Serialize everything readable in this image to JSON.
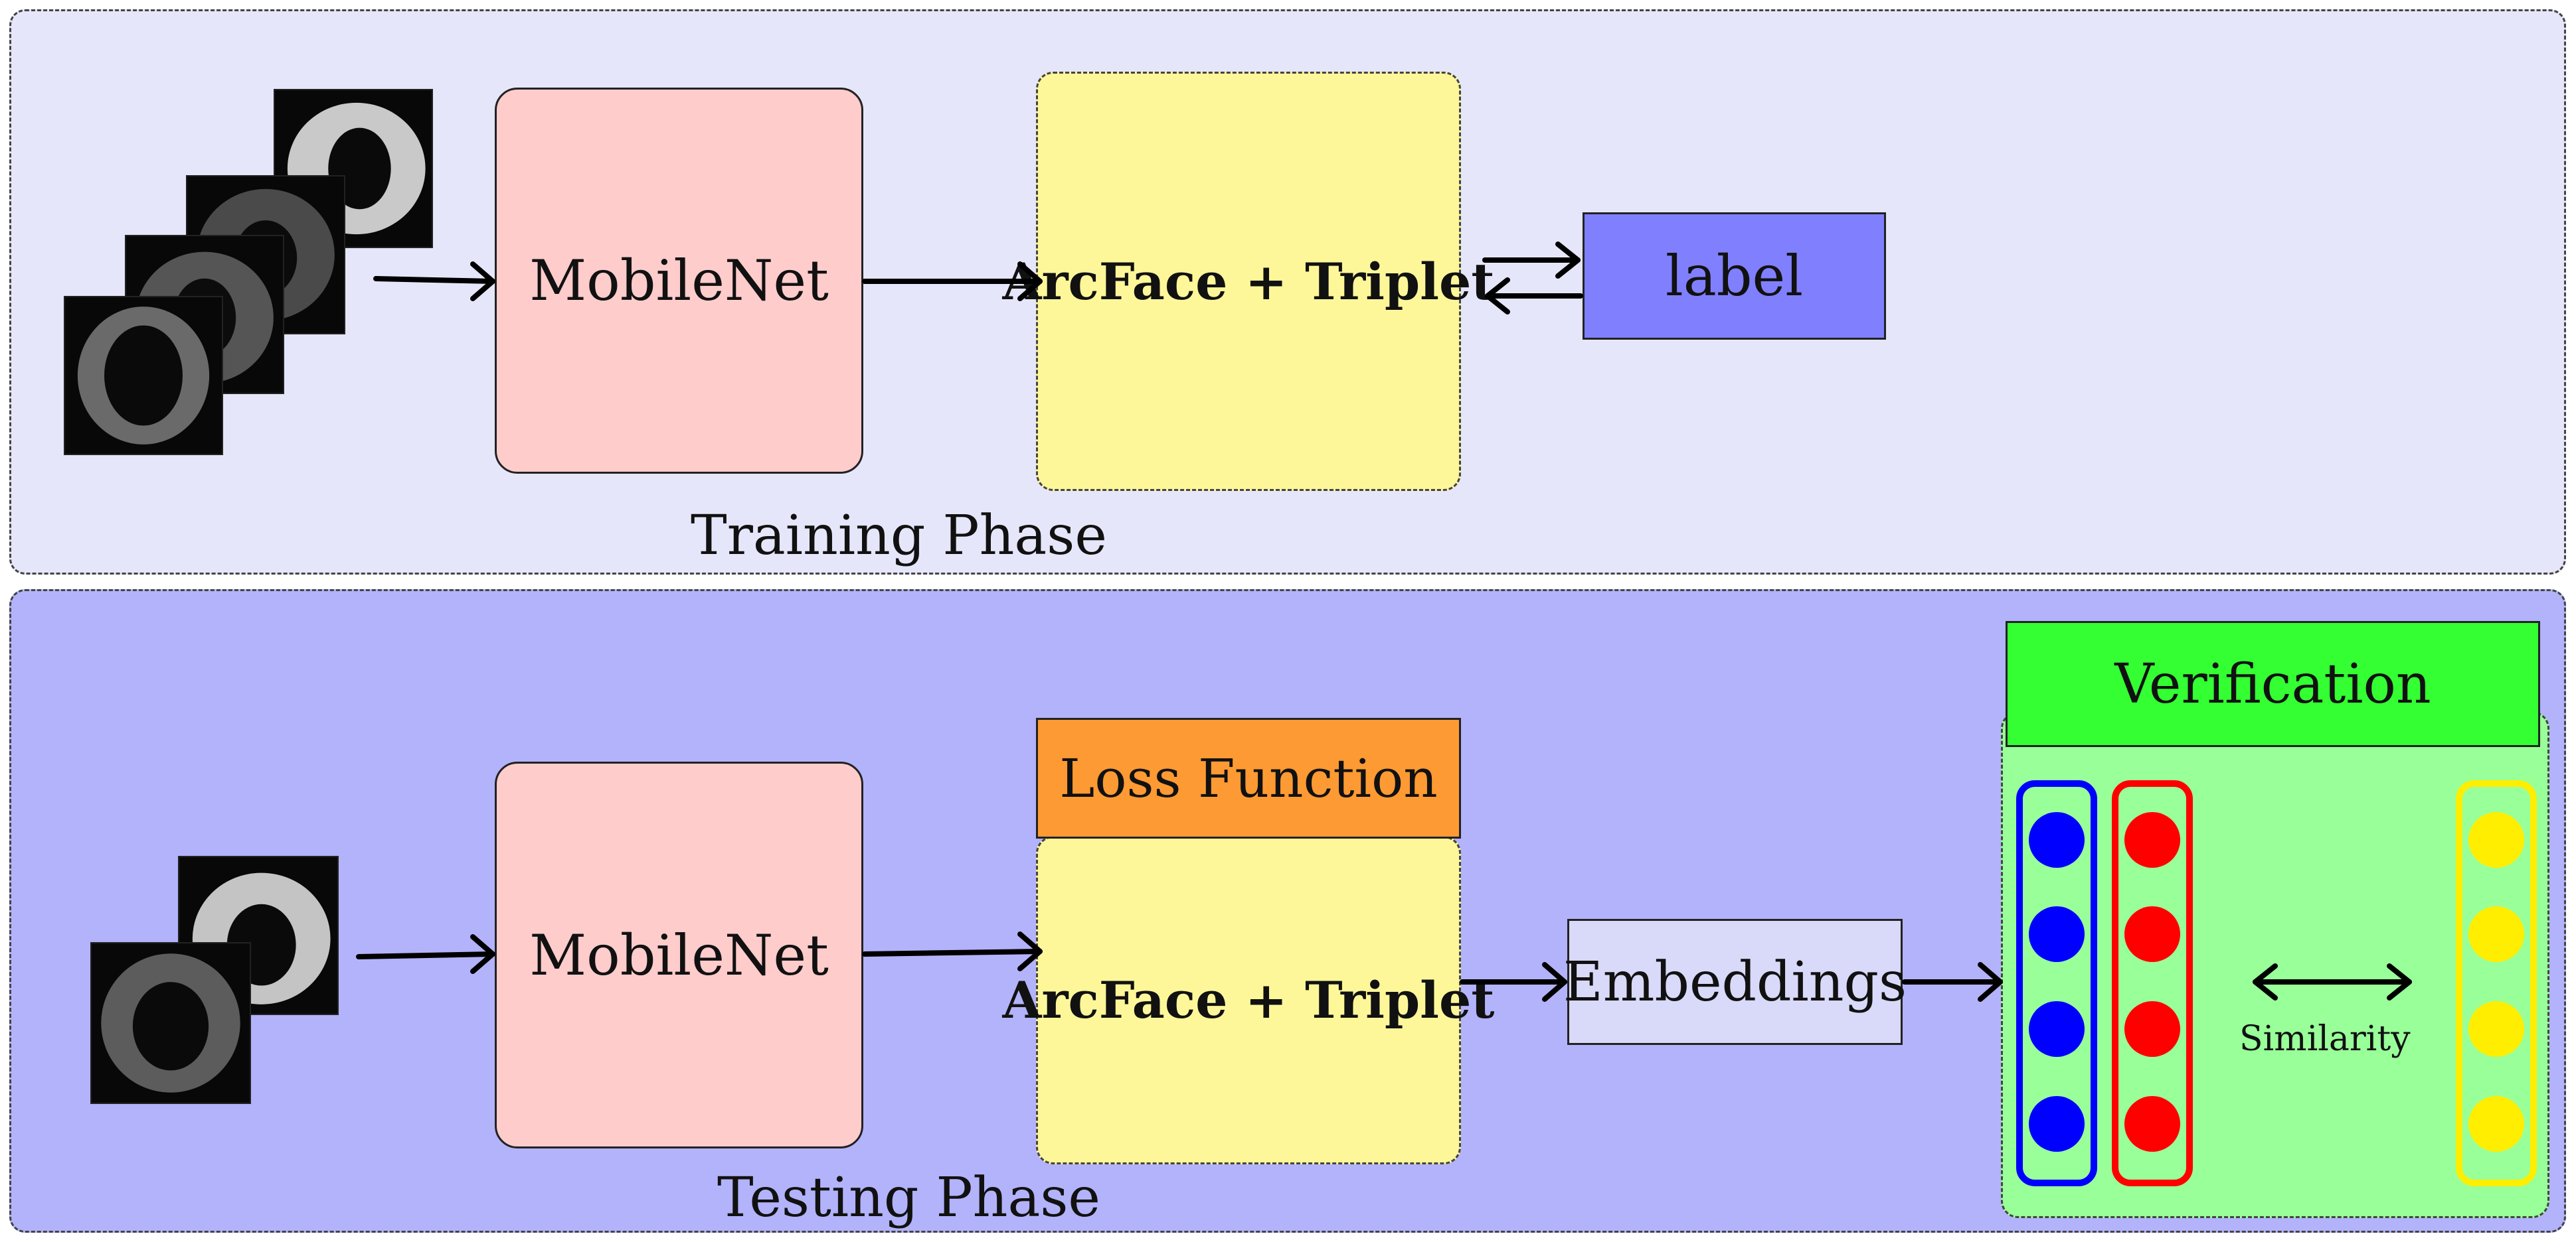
{
  "training": {
    "phase_label": "Training Phase",
    "mobilenet_label": "MobileNet",
    "loss_label": "ArcFace + Triplet",
    "label_box": "label"
  },
  "testing": {
    "phase_label": "Testing Phase",
    "mobilenet_label": "MobileNet",
    "loss_header": "Loss Function",
    "loss_label": "ArcFace + Triplet",
    "embeddings_label": "Embeddings",
    "verification_title": "Verification",
    "similarity_label": "Similarity"
  },
  "colors": {
    "training_bg": "#E6E6FB",
    "testing_bg": "#B3B3FB",
    "mobilenet": "#FFCCCC",
    "loss": "#FDF79A",
    "label_box": "#8080FF",
    "loss_header": "#FD9A33",
    "embeddings": "#D9D9FA",
    "verification_header": "#33FF33",
    "verification_body": "#99FF99",
    "dot_blue": "#0000FF",
    "dot_red": "#FF0000",
    "dot_yellow": "#FFEE00"
  },
  "icons": [
    "ring-image-icon",
    "double-arrow-icon",
    "bidirectional-arrow-icon"
  ]
}
